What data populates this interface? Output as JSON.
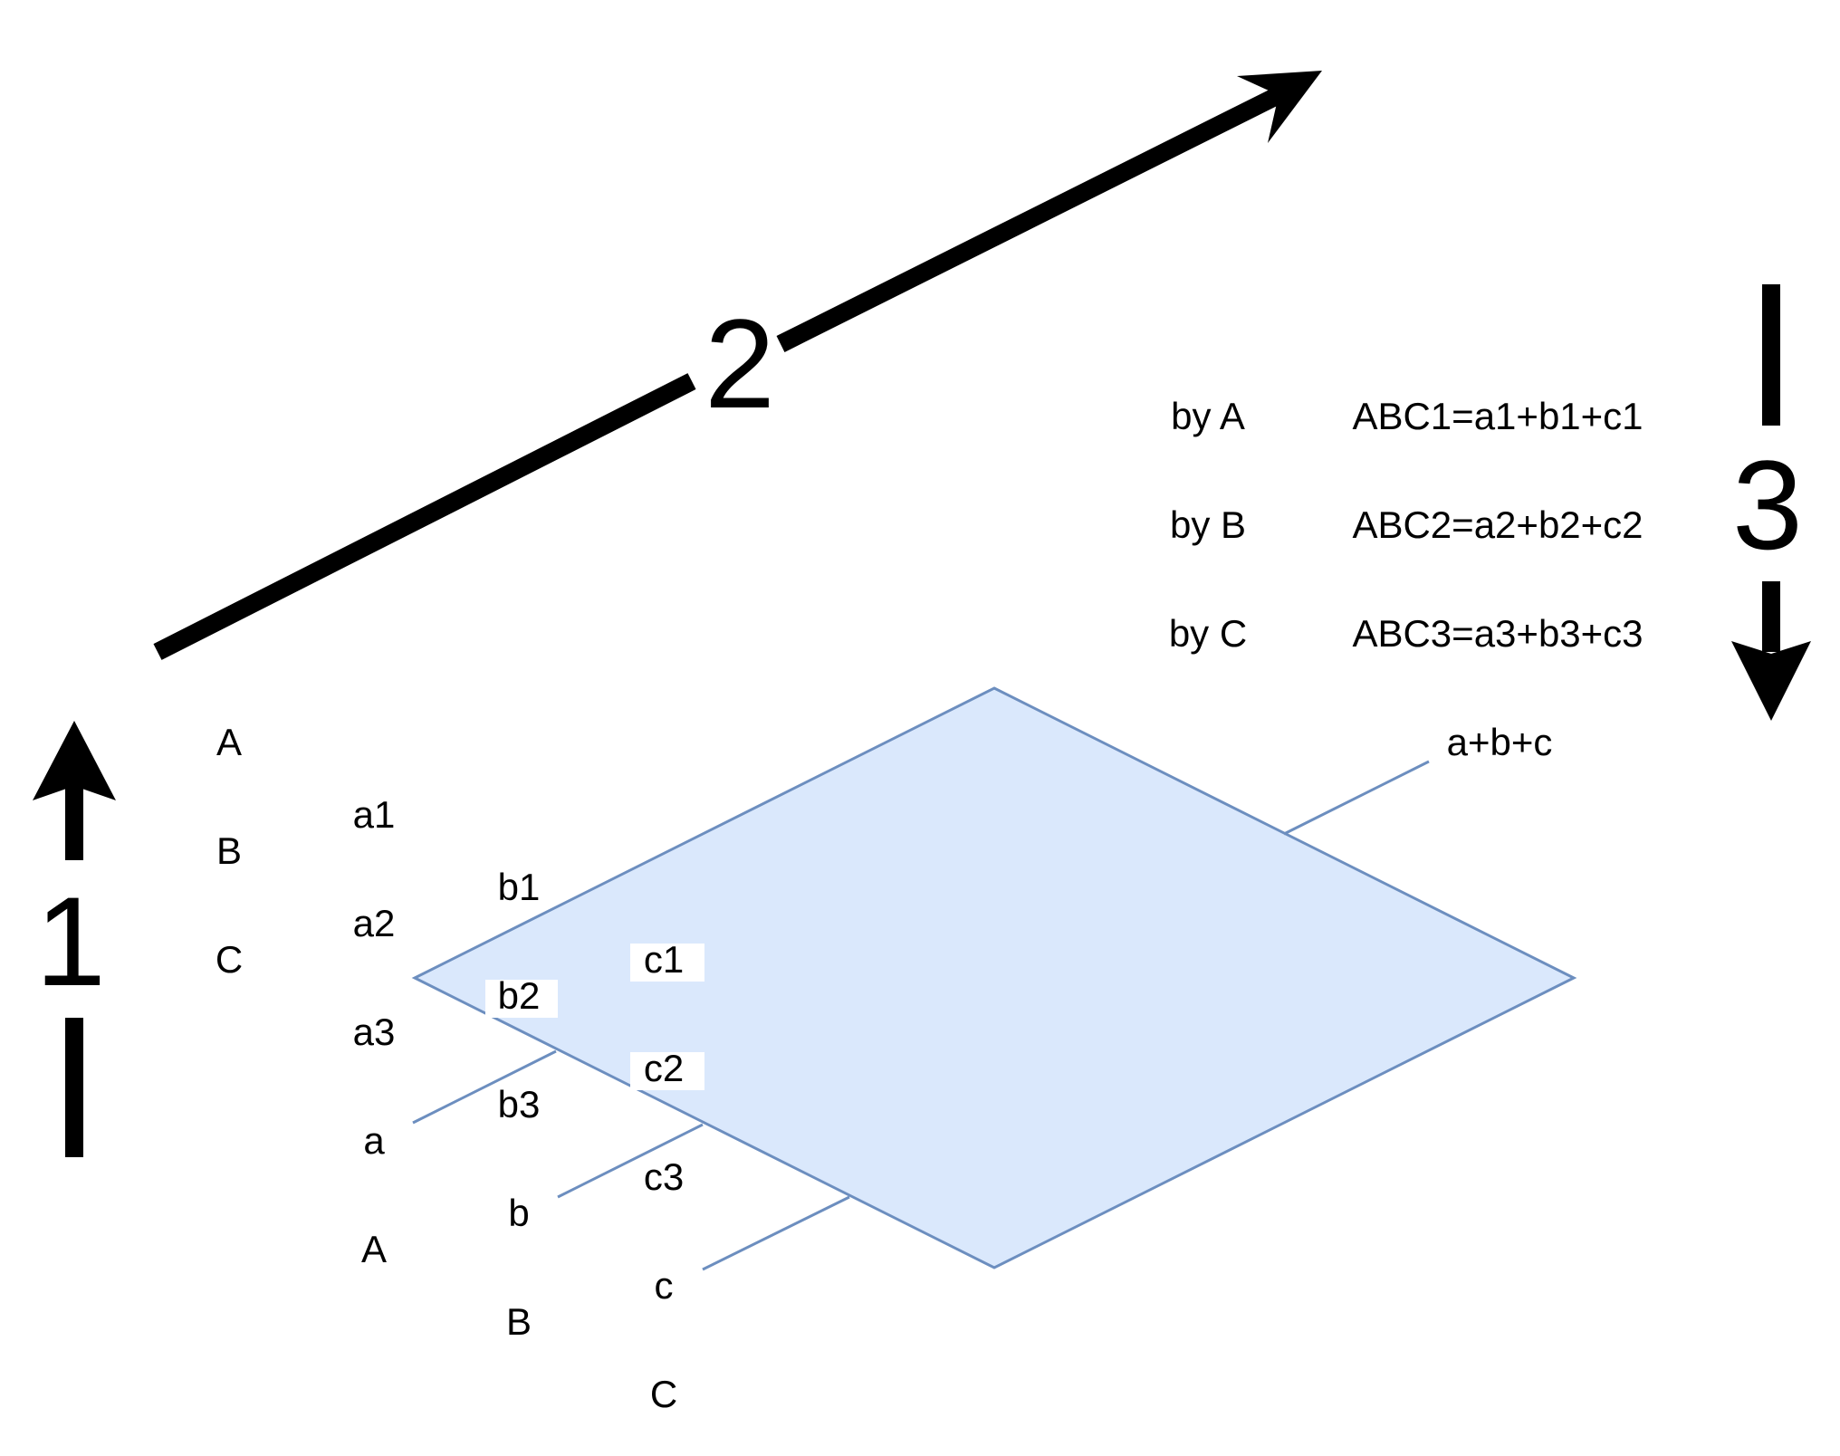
{
  "colors": {
    "plane_fill": "#dae8fc",
    "plane_stroke": "#6c8ebf",
    "arrow": "#000000",
    "text": "#000000",
    "label_bg": "#ffffff"
  },
  "steps": {
    "step1": "1",
    "step2": "2",
    "step3": "3"
  },
  "outer_labels": {
    "A": "A",
    "B": "B",
    "C": "C"
  },
  "column_a": {
    "a1": "a1",
    "a2": "a2",
    "a3": "a3",
    "a": "a",
    "A": "A"
  },
  "column_b": {
    "b1": "b1",
    "b2": "b2",
    "b3": "b3",
    "b": "b",
    "B": "B"
  },
  "column_c": {
    "c1": "c1",
    "c2": "c2",
    "c3": "c3",
    "c": "c",
    "C": "C"
  },
  "plane_label": "a+b+c",
  "equations": [
    {
      "by": "by A",
      "formula": "ABC1=a1+b1+c1"
    },
    {
      "by": "by B",
      "formula": "ABC2=a2+b2+c2"
    },
    {
      "by": "by C",
      "formula": "ABC3=a3+b3+c3"
    }
  ]
}
